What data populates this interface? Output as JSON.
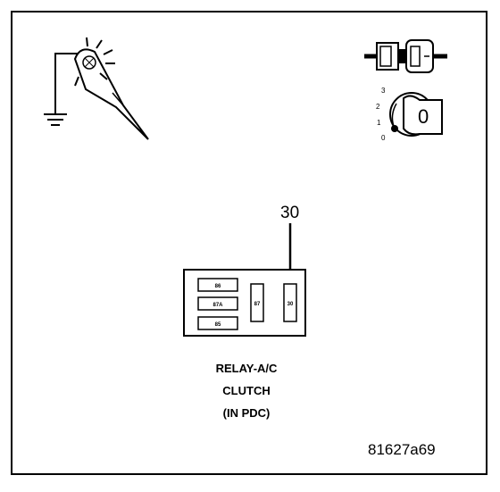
{
  "pin_callout": "30",
  "relay_pins": {
    "pin_86": "86",
    "pin_87a": "87A",
    "pin_85": "85",
    "pin_87": "87",
    "pin_30": "30"
  },
  "ignition_positions": [
    "3",
    "2",
    "1",
    "0"
  ],
  "ignition_key_symbol": "0",
  "caption": {
    "line1": "RELAY-A/C",
    "line2": "CLUTCH",
    "line3": "(IN PDC)"
  },
  "figure_id": "81627a69"
}
